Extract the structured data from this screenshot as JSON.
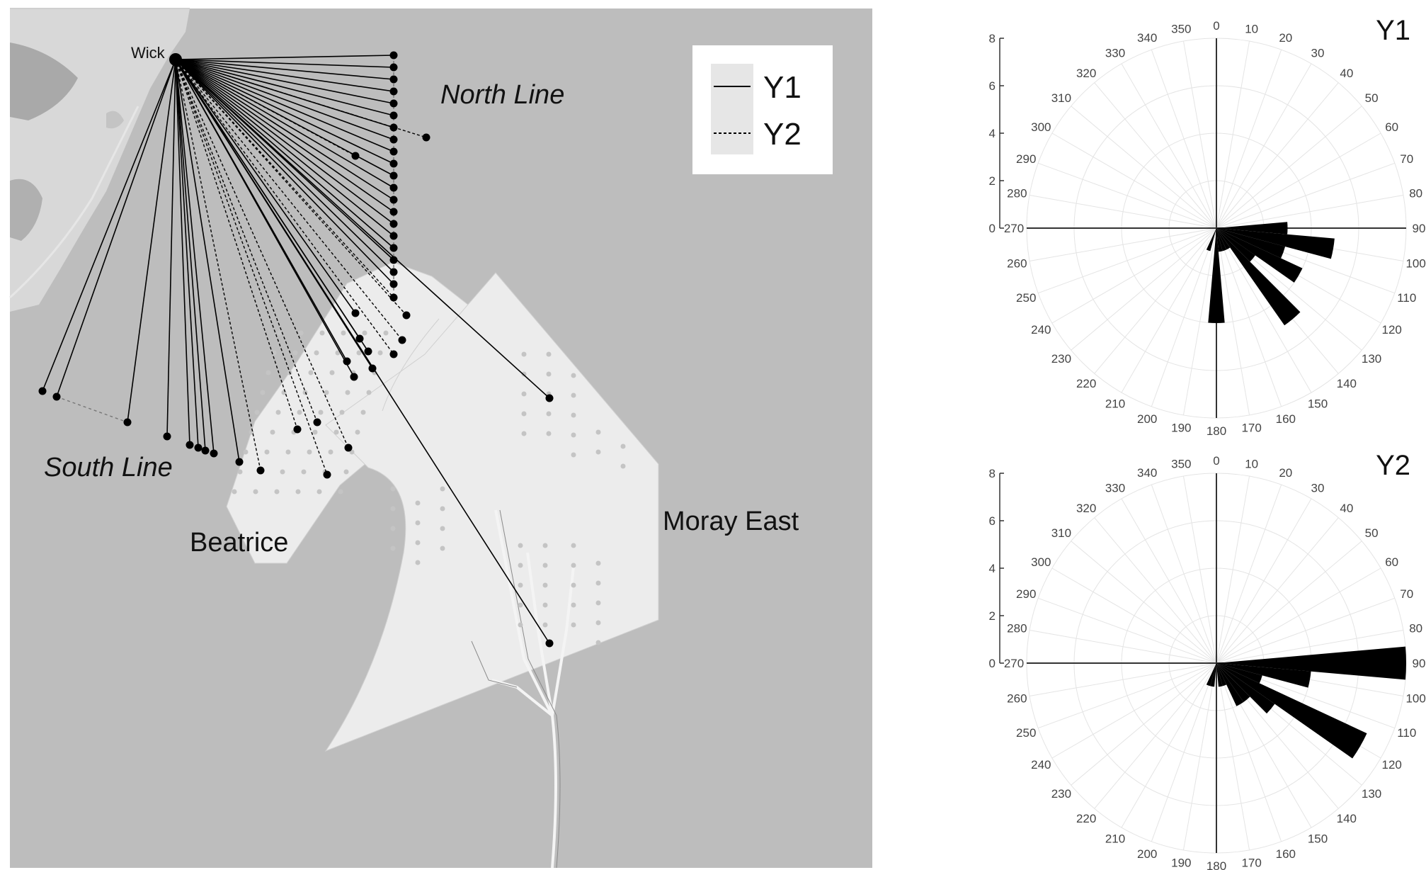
{
  "map": {
    "labels": {
      "north_line": "North Line",
      "south_line": "South Line",
      "beatrice": "Beatrice",
      "moray_east": "Moray East",
      "wick": "Wick"
    },
    "legend": {
      "y1": "Y1",
      "y2": "Y2"
    },
    "colors": {
      "sea": "#bdbdbd",
      "land": "#d6d6d6",
      "windfarm": "#ececec",
      "track": "#000000",
      "turbine": "#c8c8c8"
    }
  },
  "chart_data": [
    {
      "type": "rose",
      "title": "Y1",
      "angle_ticks": [
        0,
        10,
        20,
        30,
        40,
        50,
        60,
        70,
        80,
        90,
        100,
        110,
        120,
        130,
        140,
        150,
        160,
        170,
        180,
        190,
        200,
        210,
        220,
        230,
        240,
        250,
        260,
        270,
        280,
        290,
        300,
        310,
        320,
        330,
        340,
        350
      ],
      "radial_ticks": [
        0,
        2,
        4,
        6,
        8
      ],
      "rlim": [
        0,
        8
      ],
      "bins": [
        {
          "dir": 90,
          "count": 3
        },
        {
          "dir": 100,
          "count": 5
        },
        {
          "dir": 110,
          "count": 3
        },
        {
          "dir": 120,
          "count": 4
        },
        {
          "dir": 130,
          "count": 2
        },
        {
          "dir": 140,
          "count": 5
        },
        {
          "dir": 150,
          "count": 1
        },
        {
          "dir": 160,
          "count": 1
        },
        {
          "dir": 170,
          "count": 1
        },
        {
          "dir": 180,
          "count": 4
        },
        {
          "dir": 200,
          "count": 1
        }
      ]
    },
    {
      "type": "rose",
      "title": "Y2",
      "angle_ticks": [
        0,
        10,
        20,
        30,
        40,
        50,
        60,
        70,
        80,
        90,
        100,
        110,
        120,
        130,
        140,
        150,
        160,
        170,
        180,
        190,
        200,
        210,
        220,
        230,
        240,
        250,
        260,
        270,
        280,
        290,
        300,
        310,
        320,
        330,
        340,
        350
      ],
      "radial_ticks": [
        0,
        2,
        4,
        6,
        8
      ],
      "rlim": [
        0,
        8
      ],
      "bins": [
        {
          "dir": 90,
          "count": 8
        },
        {
          "dir": 100,
          "count": 4
        },
        {
          "dir": 110,
          "count": 2
        },
        {
          "dir": 120,
          "count": 7
        },
        {
          "dir": 130,
          "count": 3
        },
        {
          "dir": 140,
          "count": 2
        },
        {
          "dir": 150,
          "count": 2
        },
        {
          "dir": 160,
          "count": 1
        },
        {
          "dir": 170,
          "count": 1
        },
        {
          "dir": 190,
          "count": 1
        },
        {
          "dir": 200,
          "count": 1
        }
      ]
    }
  ]
}
